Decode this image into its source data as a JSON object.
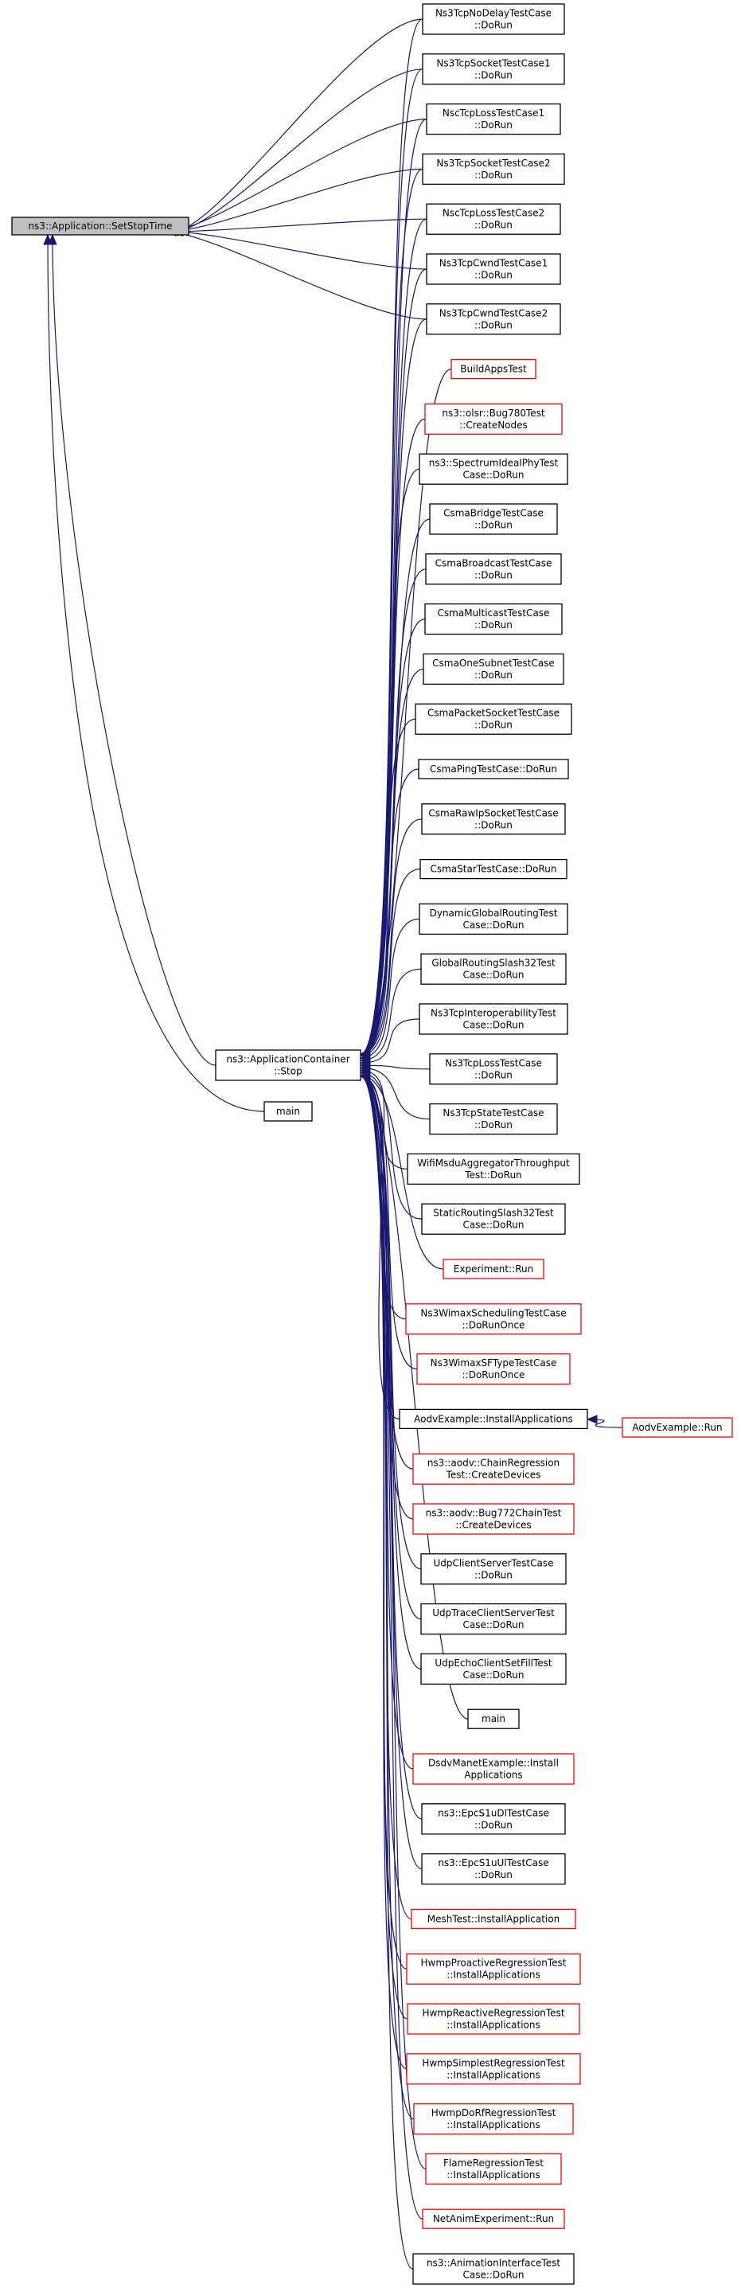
{
  "colors": {
    "edge": "#191970",
    "border_normal": "#000000",
    "border_truncated": "#ff0000",
    "root_fill": "#bfbfbf",
    "node_fill": "#ffffff"
  },
  "root": {
    "id": "root",
    "lines": [
      "ns3::Application::SetStopTime"
    ]
  },
  "nodes": [
    {
      "id": "n0",
      "lines": [
        "Ns3TcpNoDelayTestCase",
        "::DoRun"
      ],
      "style": "normal"
    },
    {
      "id": "n1",
      "lines": [
        "Ns3TcpSocketTestCase1",
        "::DoRun"
      ],
      "style": "normal"
    },
    {
      "id": "n2",
      "lines": [
        "NscTcpLossTestCase1",
        "::DoRun"
      ],
      "style": "normal"
    },
    {
      "id": "n3",
      "lines": [
        "Ns3TcpSocketTestCase2",
        "::DoRun"
      ],
      "style": "normal"
    },
    {
      "id": "n4",
      "lines": [
        "NscTcpLossTestCase2",
        "::DoRun"
      ],
      "style": "normal"
    },
    {
      "id": "n5",
      "lines": [
        "Ns3TcpCwndTestCase1",
        "::DoRun"
      ],
      "style": "normal"
    },
    {
      "id": "n6",
      "lines": [
        "Ns3TcpCwndTestCase2",
        "::DoRun"
      ],
      "style": "normal"
    },
    {
      "id": "n7",
      "lines": [
        "BuildAppsTest"
      ],
      "style": "truncated"
    },
    {
      "id": "n8",
      "lines": [
        "ns3::olsr::Bug780Test",
        "::CreateNodes"
      ],
      "style": "truncated"
    },
    {
      "id": "n9",
      "lines": [
        "ns3::SpectrumIdealPhyTest",
        "Case::DoRun"
      ],
      "style": "normal"
    },
    {
      "id": "n10",
      "lines": [
        "CsmaBridgeTestCase",
        "::DoRun"
      ],
      "style": "normal"
    },
    {
      "id": "n11",
      "lines": [
        "CsmaBroadcastTestCase",
        "::DoRun"
      ],
      "style": "normal"
    },
    {
      "id": "n12",
      "lines": [
        "CsmaMulticastTestCase",
        "::DoRun"
      ],
      "style": "normal"
    },
    {
      "id": "n13",
      "lines": [
        "CsmaOneSubnetTestCase",
        "::DoRun"
      ],
      "style": "normal"
    },
    {
      "id": "n14",
      "lines": [
        "CsmaPacketSocketTestCase",
        "::DoRun"
      ],
      "style": "normal"
    },
    {
      "id": "n15",
      "lines": [
        "CsmaPingTestCase::DoRun"
      ],
      "style": "normal"
    },
    {
      "id": "n16",
      "lines": [
        "CsmaRawIpSocketTestCase",
        "::DoRun"
      ],
      "style": "normal"
    },
    {
      "id": "n17",
      "lines": [
        "CsmaStarTestCase::DoRun"
      ],
      "style": "normal"
    },
    {
      "id": "n18",
      "lines": [
        "DynamicGlobalRoutingTest",
        "Case::DoRun"
      ],
      "style": "normal"
    },
    {
      "id": "n19",
      "lines": [
        "GlobalRoutingSlash32Test",
        "Case::DoRun"
      ],
      "style": "normal"
    },
    {
      "id": "n20",
      "lines": [
        "Ns3TcpInteroperabilityTest",
        "Case::DoRun"
      ],
      "style": "normal"
    },
    {
      "id": "n21",
      "lines": [
        "Ns3TcpLossTestCase",
        "::DoRun"
      ],
      "style": "normal"
    },
    {
      "id": "n22",
      "lines": [
        "Ns3TcpStateTestCase",
        "::DoRun"
      ],
      "style": "normal"
    },
    {
      "id": "n23",
      "lines": [
        "WifiMsduAggregatorThroughput",
        "Test::DoRun"
      ],
      "style": "normal"
    },
    {
      "id": "n24",
      "lines": [
        "StaticRoutingSlash32Test",
        "Case::DoRun"
      ],
      "style": "normal"
    },
    {
      "id": "n25",
      "lines": [
        "Experiment::Run"
      ],
      "style": "truncated"
    },
    {
      "id": "n26",
      "lines": [
        "Ns3WimaxSchedulingTestCase",
        "::DoRunOnce"
      ],
      "style": "truncated"
    },
    {
      "id": "n27",
      "lines": [
        "Ns3WimaxSFTypeTestCase",
        "::DoRunOnce"
      ],
      "style": "truncated"
    },
    {
      "id": "n28",
      "lines": [
        "AodvExample::InstallApplications"
      ],
      "style": "normal"
    },
    {
      "id": "n29",
      "lines": [
        "ns3::aodv::ChainRegression",
        "Test::CreateDevices"
      ],
      "style": "truncated"
    },
    {
      "id": "n30",
      "lines": [
        "ns3::aodv::Bug772ChainTest",
        "::CreateDevices"
      ],
      "style": "truncated"
    },
    {
      "id": "n31",
      "lines": [
        "UdpClientServerTestCase",
        "::DoRun"
      ],
      "style": "normal"
    },
    {
      "id": "n32",
      "lines": [
        "UdpTraceClientServerTest",
        "Case::DoRun"
      ],
      "style": "normal"
    },
    {
      "id": "n33",
      "lines": [
        "UdpEchoClientSetFillTest",
        "Case::DoRun"
      ],
      "style": "normal"
    },
    {
      "id": "n34",
      "lines": [
        "main"
      ],
      "style": "normal"
    },
    {
      "id": "n35",
      "lines": [
        "DsdvManetExample::Install",
        "Applications"
      ],
      "style": "truncated"
    },
    {
      "id": "n36",
      "lines": [
        "ns3::EpcS1uDlTestCase",
        "::DoRun"
      ],
      "style": "normal"
    },
    {
      "id": "n37",
      "lines": [
        "ns3::EpcS1uUlTestCase",
        "::DoRun"
      ],
      "style": "normal"
    },
    {
      "id": "n38",
      "lines": [
        "MeshTest::InstallApplication"
      ],
      "style": "truncated"
    },
    {
      "id": "n39",
      "lines": [
        "HwmpProactiveRegressionTest",
        "::InstallApplications"
      ],
      "style": "truncated"
    },
    {
      "id": "n40",
      "lines": [
        "HwmpReactiveRegressionTest",
        "::InstallApplications"
      ],
      "style": "truncated"
    },
    {
      "id": "n41",
      "lines": [
        "HwmpSimplestRegressionTest",
        "::InstallApplications"
      ],
      "style": "truncated"
    },
    {
      "id": "n42",
      "lines": [
        "HwmpDoRfRegressionTest",
        "::InstallApplications"
      ],
      "style": "truncated"
    },
    {
      "id": "n43",
      "lines": [
        "FlameRegressionTest",
        "::InstallApplications"
      ],
      "style": "truncated"
    },
    {
      "id": "n44",
      "lines": [
        "NetAnimExperiment::Run"
      ],
      "style": "truncated"
    },
    {
      "id": "n45",
      "lines": [
        "ns3::AnimationInterfaceTest",
        "Case::DoRun"
      ],
      "style": "normal"
    },
    {
      "id": "mid_stop",
      "lines": [
        "ns3::ApplicationContainer",
        "::Stop"
      ],
      "style": "normal"
    },
    {
      "id": "mid_main",
      "lines": [
        "main"
      ],
      "style": "normal"
    },
    {
      "id": "aodv_run",
      "lines": [
        "AodvExample::Run"
      ],
      "style": "truncated"
    }
  ],
  "edges": [
    {
      "from": "n0",
      "to": "root"
    },
    {
      "from": "n1",
      "to": "root"
    },
    {
      "from": "n2",
      "to": "root"
    },
    {
      "from": "n3",
      "to": "root"
    },
    {
      "from": "n4",
      "to": "root"
    },
    {
      "from": "n5",
      "to": "root"
    },
    {
      "from": "n6",
      "to": "root"
    },
    {
      "from": "mid_stop",
      "to": "root"
    },
    {
      "from": "mid_main",
      "to": "root"
    },
    {
      "from": "n0",
      "to": "mid_stop"
    },
    {
      "from": "n1",
      "to": "mid_stop"
    },
    {
      "from": "n2",
      "to": "mid_stop"
    },
    {
      "from": "n3",
      "to": "mid_stop"
    },
    {
      "from": "n4",
      "to": "mid_stop"
    },
    {
      "from": "n5",
      "to": "mid_stop"
    },
    {
      "from": "n6",
      "to": "mid_stop"
    },
    {
      "from": "n7",
      "to": "mid_stop"
    },
    {
      "from": "n8",
      "to": "mid_stop"
    },
    {
      "from": "n9",
      "to": "mid_stop"
    },
    {
      "from": "n10",
      "to": "mid_stop"
    },
    {
      "from": "n11",
      "to": "mid_stop"
    },
    {
      "from": "n12",
      "to": "mid_stop"
    },
    {
      "from": "n13",
      "to": "mid_stop"
    },
    {
      "from": "n14",
      "to": "mid_stop"
    },
    {
      "from": "n15",
      "to": "mid_stop"
    },
    {
      "from": "n16",
      "to": "mid_stop"
    },
    {
      "from": "n17",
      "to": "mid_stop"
    },
    {
      "from": "n18",
      "to": "mid_stop"
    },
    {
      "from": "n19",
      "to": "mid_stop"
    },
    {
      "from": "n20",
      "to": "mid_stop"
    },
    {
      "from": "n21",
      "to": "mid_stop"
    },
    {
      "from": "n22",
      "to": "mid_stop"
    },
    {
      "from": "n23",
      "to": "mid_stop"
    },
    {
      "from": "n24",
      "to": "mid_stop"
    },
    {
      "from": "n25",
      "to": "mid_stop"
    },
    {
      "from": "n26",
      "to": "mid_stop"
    },
    {
      "from": "n27",
      "to": "mid_stop"
    },
    {
      "from": "n28",
      "to": "mid_stop"
    },
    {
      "from": "n29",
      "to": "mid_stop"
    },
    {
      "from": "n30",
      "to": "mid_stop"
    },
    {
      "from": "n31",
      "to": "mid_stop"
    },
    {
      "from": "n32",
      "to": "mid_stop"
    },
    {
      "from": "n33",
      "to": "mid_stop"
    },
    {
      "from": "n34",
      "to": "mid_stop"
    },
    {
      "from": "n35",
      "to": "mid_stop"
    },
    {
      "from": "n36",
      "to": "mid_stop"
    },
    {
      "from": "n37",
      "to": "mid_stop"
    },
    {
      "from": "n38",
      "to": "mid_stop"
    },
    {
      "from": "n39",
      "to": "mid_stop"
    },
    {
      "from": "n40",
      "to": "mid_stop"
    },
    {
      "from": "n41",
      "to": "mid_stop"
    },
    {
      "from": "n42",
      "to": "mid_stop"
    },
    {
      "from": "n43",
      "to": "mid_stop"
    },
    {
      "from": "n44",
      "to": "mid_stop"
    },
    {
      "from": "n45",
      "to": "mid_stop"
    },
    {
      "from": "aodv_run",
      "to": "n28"
    }
  ]
}
